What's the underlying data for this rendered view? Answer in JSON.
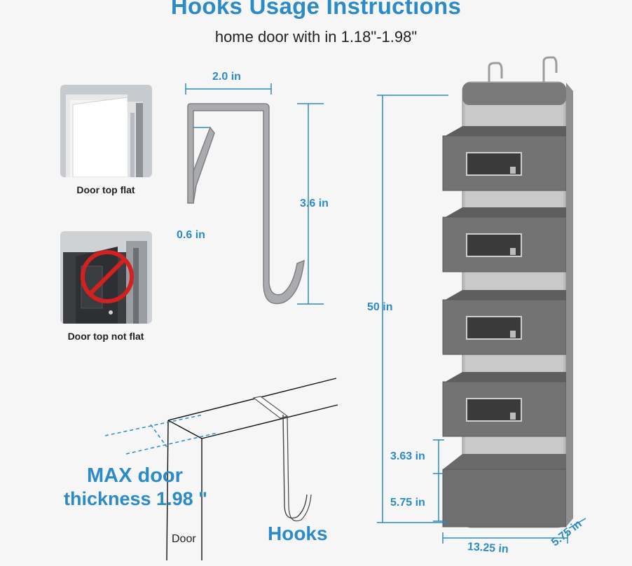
{
  "header": {
    "title": "Hooks Usage Instructions",
    "subtitle": "home door with in 1.18\"-1.98\""
  },
  "door_examples": {
    "flat_caption": "Door top flat",
    "not_flat_caption": "Door top not flat"
  },
  "hook_dimensions": {
    "width": "2.0 in",
    "height": "3.6 in",
    "thickness": "0.6 in"
  },
  "diagram": {
    "max_line1": "MAX door",
    "max_line2": "thickness 1.98 \"",
    "hooks_label": "Hooks",
    "door_label": "Door"
  },
  "organizer_dimensions": {
    "height": "50 in",
    "pocket_gap": "3.63 in",
    "pocket_height": "5.75 in",
    "width": "13.25 in",
    "depth": "5.75 in"
  },
  "colors": {
    "accent": "#2b8bc6",
    "organizer_gray": "#6f6f6f",
    "hook_silver": "#a9abae",
    "prohibited_red": "#d32020"
  }
}
